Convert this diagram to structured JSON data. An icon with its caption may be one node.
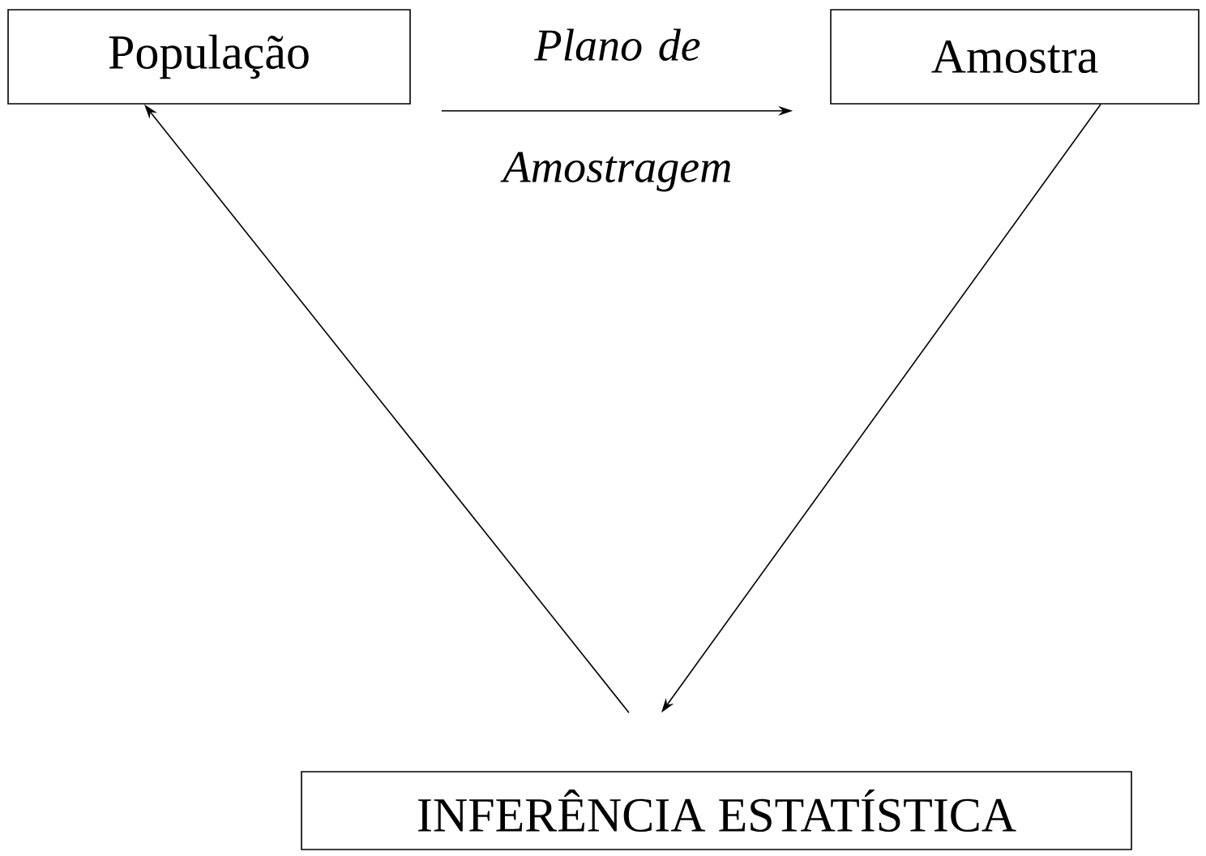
{
  "diagram": {
    "nodes": [
      {
        "text": [
          "População"
        ]
      },
      {
        "text": [
          "Amostra"
        ]
      },
      {
        "text": [
          "INFERÊNCIA ESTATÍSTICA"
        ]
      }
    ],
    "edges": [
      {
        "from": 0,
        "to": 1,
        "arrow": "to",
        "label": "*Plano de Amostragem*"
      },
      {
        "from": 1,
        "to": 2,
        "arrow": "to"
      },
      {
        "from": 2,
        "to": 0,
        "arrow": "to"
      }
    ]
  }
}
